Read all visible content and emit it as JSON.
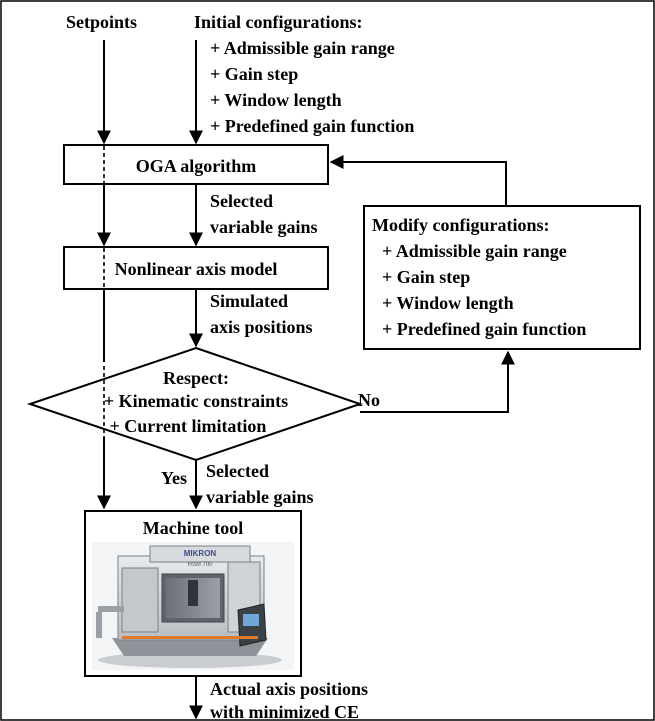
{
  "inputs": {
    "setpoints": "Setpoints",
    "init_title": "Initial configurations:",
    "init_items": [
      "+ Admissible gain range",
      "+ Gain step",
      "+ Window length",
      "+ Predefined gain function"
    ]
  },
  "oga": {
    "label": "OGA algorithm"
  },
  "edge_selected_1": [
    "Selected",
    "variable gains"
  ],
  "model": {
    "label": "Nonlinear axis model"
  },
  "edge_simulated": [
    "Simulated",
    "axis positions"
  ],
  "decision": {
    "title": "Respect:",
    "items": [
      "+ Kinematic constraints",
      "+ Current limitation"
    ],
    "no_label": "No",
    "yes_label": "Yes"
  },
  "modify": {
    "title": "Modify configurations:",
    "items": [
      "+ Admissible gain range",
      "+ Gain step",
      "+ Window length",
      "+ Predefined gain function"
    ]
  },
  "edge_selected_2": [
    "Selected",
    "variable gains"
  ],
  "machine": {
    "title": "Machine tool",
    "brand_text": "MIKRON",
    "model_text": "HSM 700"
  },
  "output": [
    "Actual axis positions",
    "with minimized CE"
  ]
}
